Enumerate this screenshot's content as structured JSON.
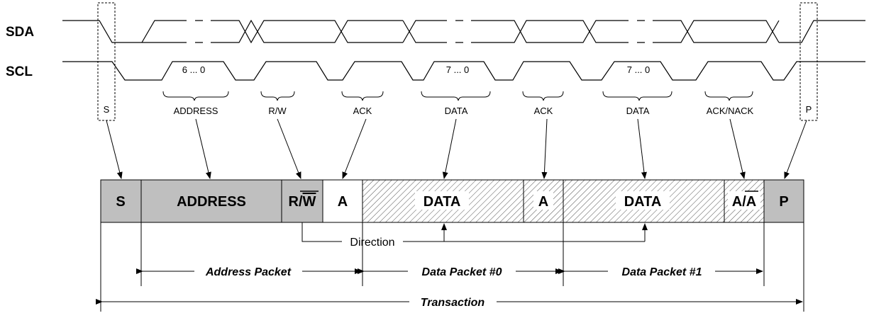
{
  "signals": {
    "sda": "SDA",
    "scl": "SCL"
  },
  "wave_labels": {
    "address_bits": "6 ... 0",
    "data0_bits": "7 ... 0",
    "data1_bits": "7 ... 0"
  },
  "field_labels": {
    "start": "S",
    "address": "ADDRESS",
    "rw": "R/W",
    "ack0": "ACK",
    "data0": "DATA",
    "ack1": "ACK",
    "data1": "DATA",
    "acknack": "ACK/NACK",
    "stop": "P"
  },
  "frame": {
    "start": "S",
    "address": "ADDRESS",
    "rw_r": "R/",
    "rw_w": "W",
    "ack0": "A",
    "data0": "DATA",
    "ack1": "A",
    "data1": "DATA",
    "acknack_a": "A/",
    "acknack_abar": "A",
    "stop": "P"
  },
  "direction": "Direction",
  "packets": {
    "address": "Address Packet",
    "data0": "Data Packet #0",
    "data1": "Data Packet #1",
    "transaction": "Transaction"
  },
  "colors": {
    "grey_field": "#bfbfbf",
    "hatch": "#000000",
    "line": "#000000"
  }
}
